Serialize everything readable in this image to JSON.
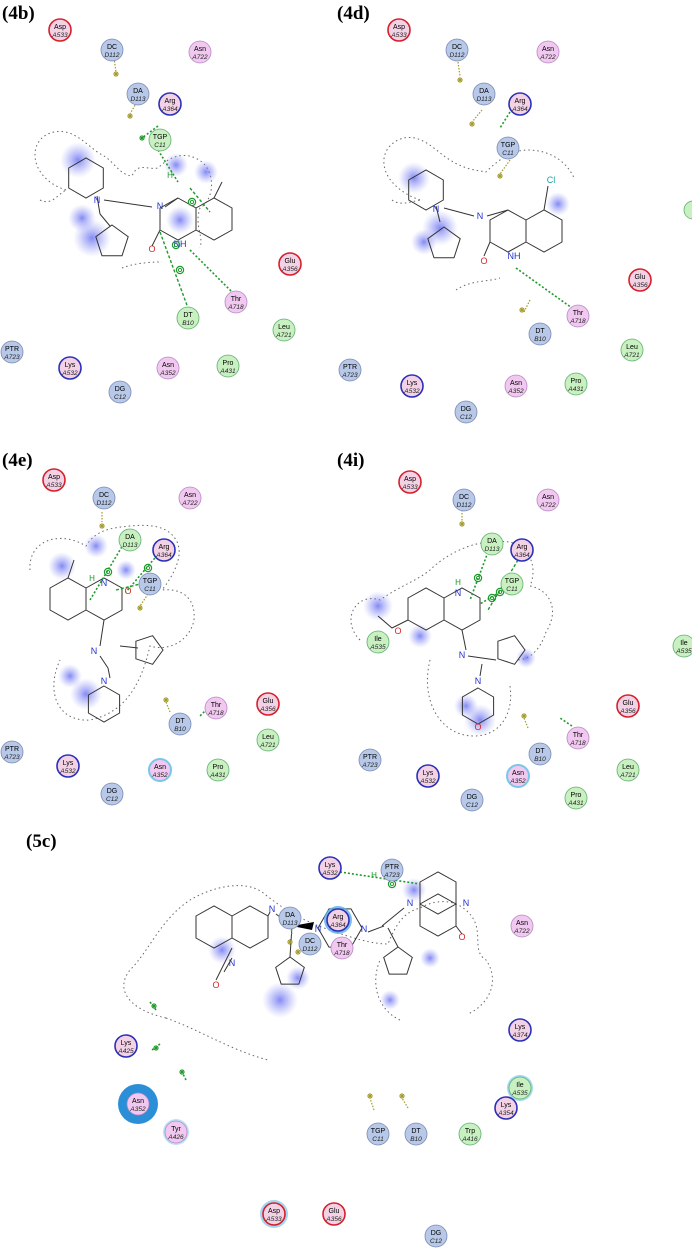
{
  "figure": {
    "panels": [
      {
        "id": "4b",
        "label": "(4b)",
        "residues": [
          {
            "name": "Asp",
            "num": "A533",
            "kind": "acidic"
          },
          {
            "name": "DC",
            "num": "D112",
            "kind": "nucleic"
          },
          {
            "name": "Asn",
            "num": "A722",
            "kind": "polar"
          },
          {
            "name": "DA",
            "num": "D113",
            "kind": "nucleic"
          },
          {
            "name": "Arg",
            "num": "A364",
            "kind": "basic"
          },
          {
            "name": "TGP",
            "num": "C11",
            "kind": "nucleic-green"
          },
          {
            "name": "Glu",
            "num": "A356",
            "kind": "acidic"
          },
          {
            "name": "Thr",
            "num": "A718",
            "kind": "polar"
          },
          {
            "name": "DT",
            "num": "B10",
            "kind": "nucleic-green"
          },
          {
            "name": "Leu",
            "num": "A721",
            "kind": "hydrophobic"
          },
          {
            "name": "PTR",
            "num": "A723",
            "kind": "nucleic"
          },
          {
            "name": "Lys",
            "num": "A532",
            "kind": "basic"
          },
          {
            "name": "Asn",
            "num": "A352",
            "kind": "polar"
          },
          {
            "name": "Pro",
            "num": "A431",
            "kind": "hydrophobic"
          },
          {
            "name": "DG",
            "num": "C12",
            "kind": "nucleic"
          }
        ],
        "atoms": [
          "N",
          "N",
          "NH",
          "O",
          "H"
        ]
      },
      {
        "id": "4d",
        "label": "(4d)",
        "residues": [
          {
            "name": "Asp",
            "num": "A533",
            "kind": "acidic"
          },
          {
            "name": "DC",
            "num": "D112",
            "kind": "nucleic"
          },
          {
            "name": "Asn",
            "num": "A722",
            "kind": "polar"
          },
          {
            "name": "DA",
            "num": "D113",
            "kind": "nucleic"
          },
          {
            "name": "Arg",
            "num": "A364",
            "kind": "basic"
          },
          {
            "name": "TGP",
            "num": "C11",
            "kind": "nucleic"
          },
          {
            "name": "Glu",
            "num": "A356",
            "kind": "acidic"
          },
          {
            "name": "Thr",
            "num": "A718",
            "kind": "polar"
          },
          {
            "name": "DT",
            "num": "B10",
            "kind": "nucleic"
          },
          {
            "name": "Leu",
            "num": "A721",
            "kind": "hydrophobic"
          },
          {
            "name": "PTR",
            "num": "A723",
            "kind": "nucleic"
          },
          {
            "name": "Lys",
            "num": "A532",
            "kind": "basic"
          },
          {
            "name": "Asn",
            "num": "A352",
            "kind": "polar"
          },
          {
            "name": "Pro",
            "num": "A431",
            "kind": "hydrophobic"
          },
          {
            "name": "DG",
            "num": "C12",
            "kind": "nucleic"
          }
        ],
        "atoms": [
          "N",
          "N",
          "NH",
          "O",
          "Cl"
        ]
      },
      {
        "id": "4e",
        "label": "(4e)",
        "residues": [
          {
            "name": "Asp",
            "num": "A533",
            "kind": "acidic"
          },
          {
            "name": "DC",
            "num": "D112",
            "kind": "nucleic"
          },
          {
            "name": "Asn",
            "num": "A722",
            "kind": "polar"
          },
          {
            "name": "DA",
            "num": "D113",
            "kind": "nucleic-green"
          },
          {
            "name": "Arg",
            "num": "A364",
            "kind": "basic"
          },
          {
            "name": "TGP",
            "num": "C11",
            "kind": "nucleic"
          },
          {
            "name": "Glu",
            "num": "A356",
            "kind": "acidic"
          },
          {
            "name": "Thr",
            "num": "A718",
            "kind": "polar"
          },
          {
            "name": "DT",
            "num": "B10",
            "kind": "nucleic"
          },
          {
            "name": "Leu",
            "num": "A721",
            "kind": "hydrophobic"
          },
          {
            "name": "PTR",
            "num": "A723",
            "kind": "nucleic"
          },
          {
            "name": "Lys",
            "num": "A532",
            "kind": "basic"
          },
          {
            "name": "Asn",
            "num": "A352",
            "kind": "polar"
          },
          {
            "name": "Pro",
            "num": "A431",
            "kind": "hydrophobic"
          },
          {
            "name": "DG",
            "num": "C12",
            "kind": "nucleic"
          }
        ],
        "atoms": [
          "H",
          "N",
          "O",
          "N",
          "N"
        ]
      },
      {
        "id": "4i",
        "label": "(4i)",
        "residues": [
          {
            "name": "Asp",
            "num": "A533",
            "kind": "acidic"
          },
          {
            "name": "DC",
            "num": "D112",
            "kind": "nucleic"
          },
          {
            "name": "Asn",
            "num": "A722",
            "kind": "polar"
          },
          {
            "name": "DA",
            "num": "D113",
            "kind": "nucleic-green"
          },
          {
            "name": "Arg",
            "num": "A364",
            "kind": "basic"
          },
          {
            "name": "TGP",
            "num": "C11",
            "kind": "nucleic-green"
          },
          {
            "name": "Ile",
            "num": "A535",
            "kind": "hydrophobic"
          },
          {
            "name": "Ile",
            "num": "A535",
            "kind": "hydrophobic"
          },
          {
            "name": "Glu",
            "num": "A356",
            "kind": "acidic"
          },
          {
            "name": "Thr",
            "num": "A718",
            "kind": "polar"
          },
          {
            "name": "DT",
            "num": "B10",
            "kind": "nucleic"
          },
          {
            "name": "Leu",
            "num": "A721",
            "kind": "hydrophobic"
          },
          {
            "name": "PTR",
            "num": "A723",
            "kind": "nucleic"
          },
          {
            "name": "Lys",
            "num": "A532",
            "kind": "basic"
          },
          {
            "name": "Asn",
            "num": "A352",
            "kind": "polar"
          },
          {
            "name": "Pro",
            "num": "A431",
            "kind": "hydrophobic"
          },
          {
            "name": "DG",
            "num": "C12",
            "kind": "nucleic"
          }
        ],
        "atoms": [
          "H",
          "N",
          "N",
          "O",
          "N",
          "N",
          "O"
        ]
      },
      {
        "id": "5c",
        "label": "(5c)",
        "residues": [
          {
            "name": "Lys",
            "num": "A532",
            "kind": "basic"
          },
          {
            "name": "PTR",
            "num": "A723",
            "kind": "nucleic"
          },
          {
            "name": "DA",
            "num": "D113",
            "kind": "nucleic"
          },
          {
            "name": "DC",
            "num": "D112",
            "kind": "nucleic"
          },
          {
            "name": "Arg",
            "num": "A364",
            "kind": "basic"
          },
          {
            "name": "Thr",
            "num": "A718",
            "kind": "polar"
          },
          {
            "name": "Asn",
            "num": "A722",
            "kind": "polar"
          },
          {
            "name": "Lys",
            "num": "A374",
            "kind": "basic"
          },
          {
            "name": "Lys",
            "num": "A425",
            "kind": "basic"
          },
          {
            "name": "Ile",
            "num": "A535",
            "kind": "hydrophobic"
          },
          {
            "name": "Lys",
            "num": "A354",
            "kind": "basic"
          },
          {
            "name": "Asn",
            "num": "A352",
            "kind": "polar"
          },
          {
            "name": "Tyr",
            "num": "A426",
            "kind": "polar"
          },
          {
            "name": "TGP",
            "num": "C11",
            "kind": "nucleic"
          },
          {
            "name": "DT",
            "num": "B10",
            "kind": "nucleic"
          },
          {
            "name": "Trp",
            "num": "A416",
            "kind": "hydrophobic"
          },
          {
            "name": "Asp",
            "num": "A533",
            "kind": "acidic"
          },
          {
            "name": "Glu",
            "num": "A356",
            "kind": "acidic"
          },
          {
            "name": "DG",
            "num": "C12",
            "kind": "nucleic"
          }
        ],
        "atoms": [
          "N",
          "N",
          "N",
          "N",
          "N",
          "N",
          "O",
          "O",
          "H"
        ]
      }
    ]
  },
  "palette": {
    "acidic_fill": "#f3d2e6",
    "acidic_stroke": "#d61f2a",
    "basic_fill": "#f3d2e6",
    "basic_stroke": "#2a2fb8",
    "polar_fill": "#f1c8ef",
    "polar_stroke": "#b888c8",
    "hydrophobic_fill": "#c8f0c0",
    "hydrophobic_stroke": "#5fb070",
    "nucleic_fill": "#b7c8e8",
    "nucleic_stroke": "#7a8bb5",
    "nucleic_green_fill": "#c8f0c0",
    "nucleic_green_stroke": "#5fb070",
    "hbond": "#1e9a2a",
    "hydrophobic_contact": "#a39a2a",
    "exposure": "#5a62f0"
  }
}
